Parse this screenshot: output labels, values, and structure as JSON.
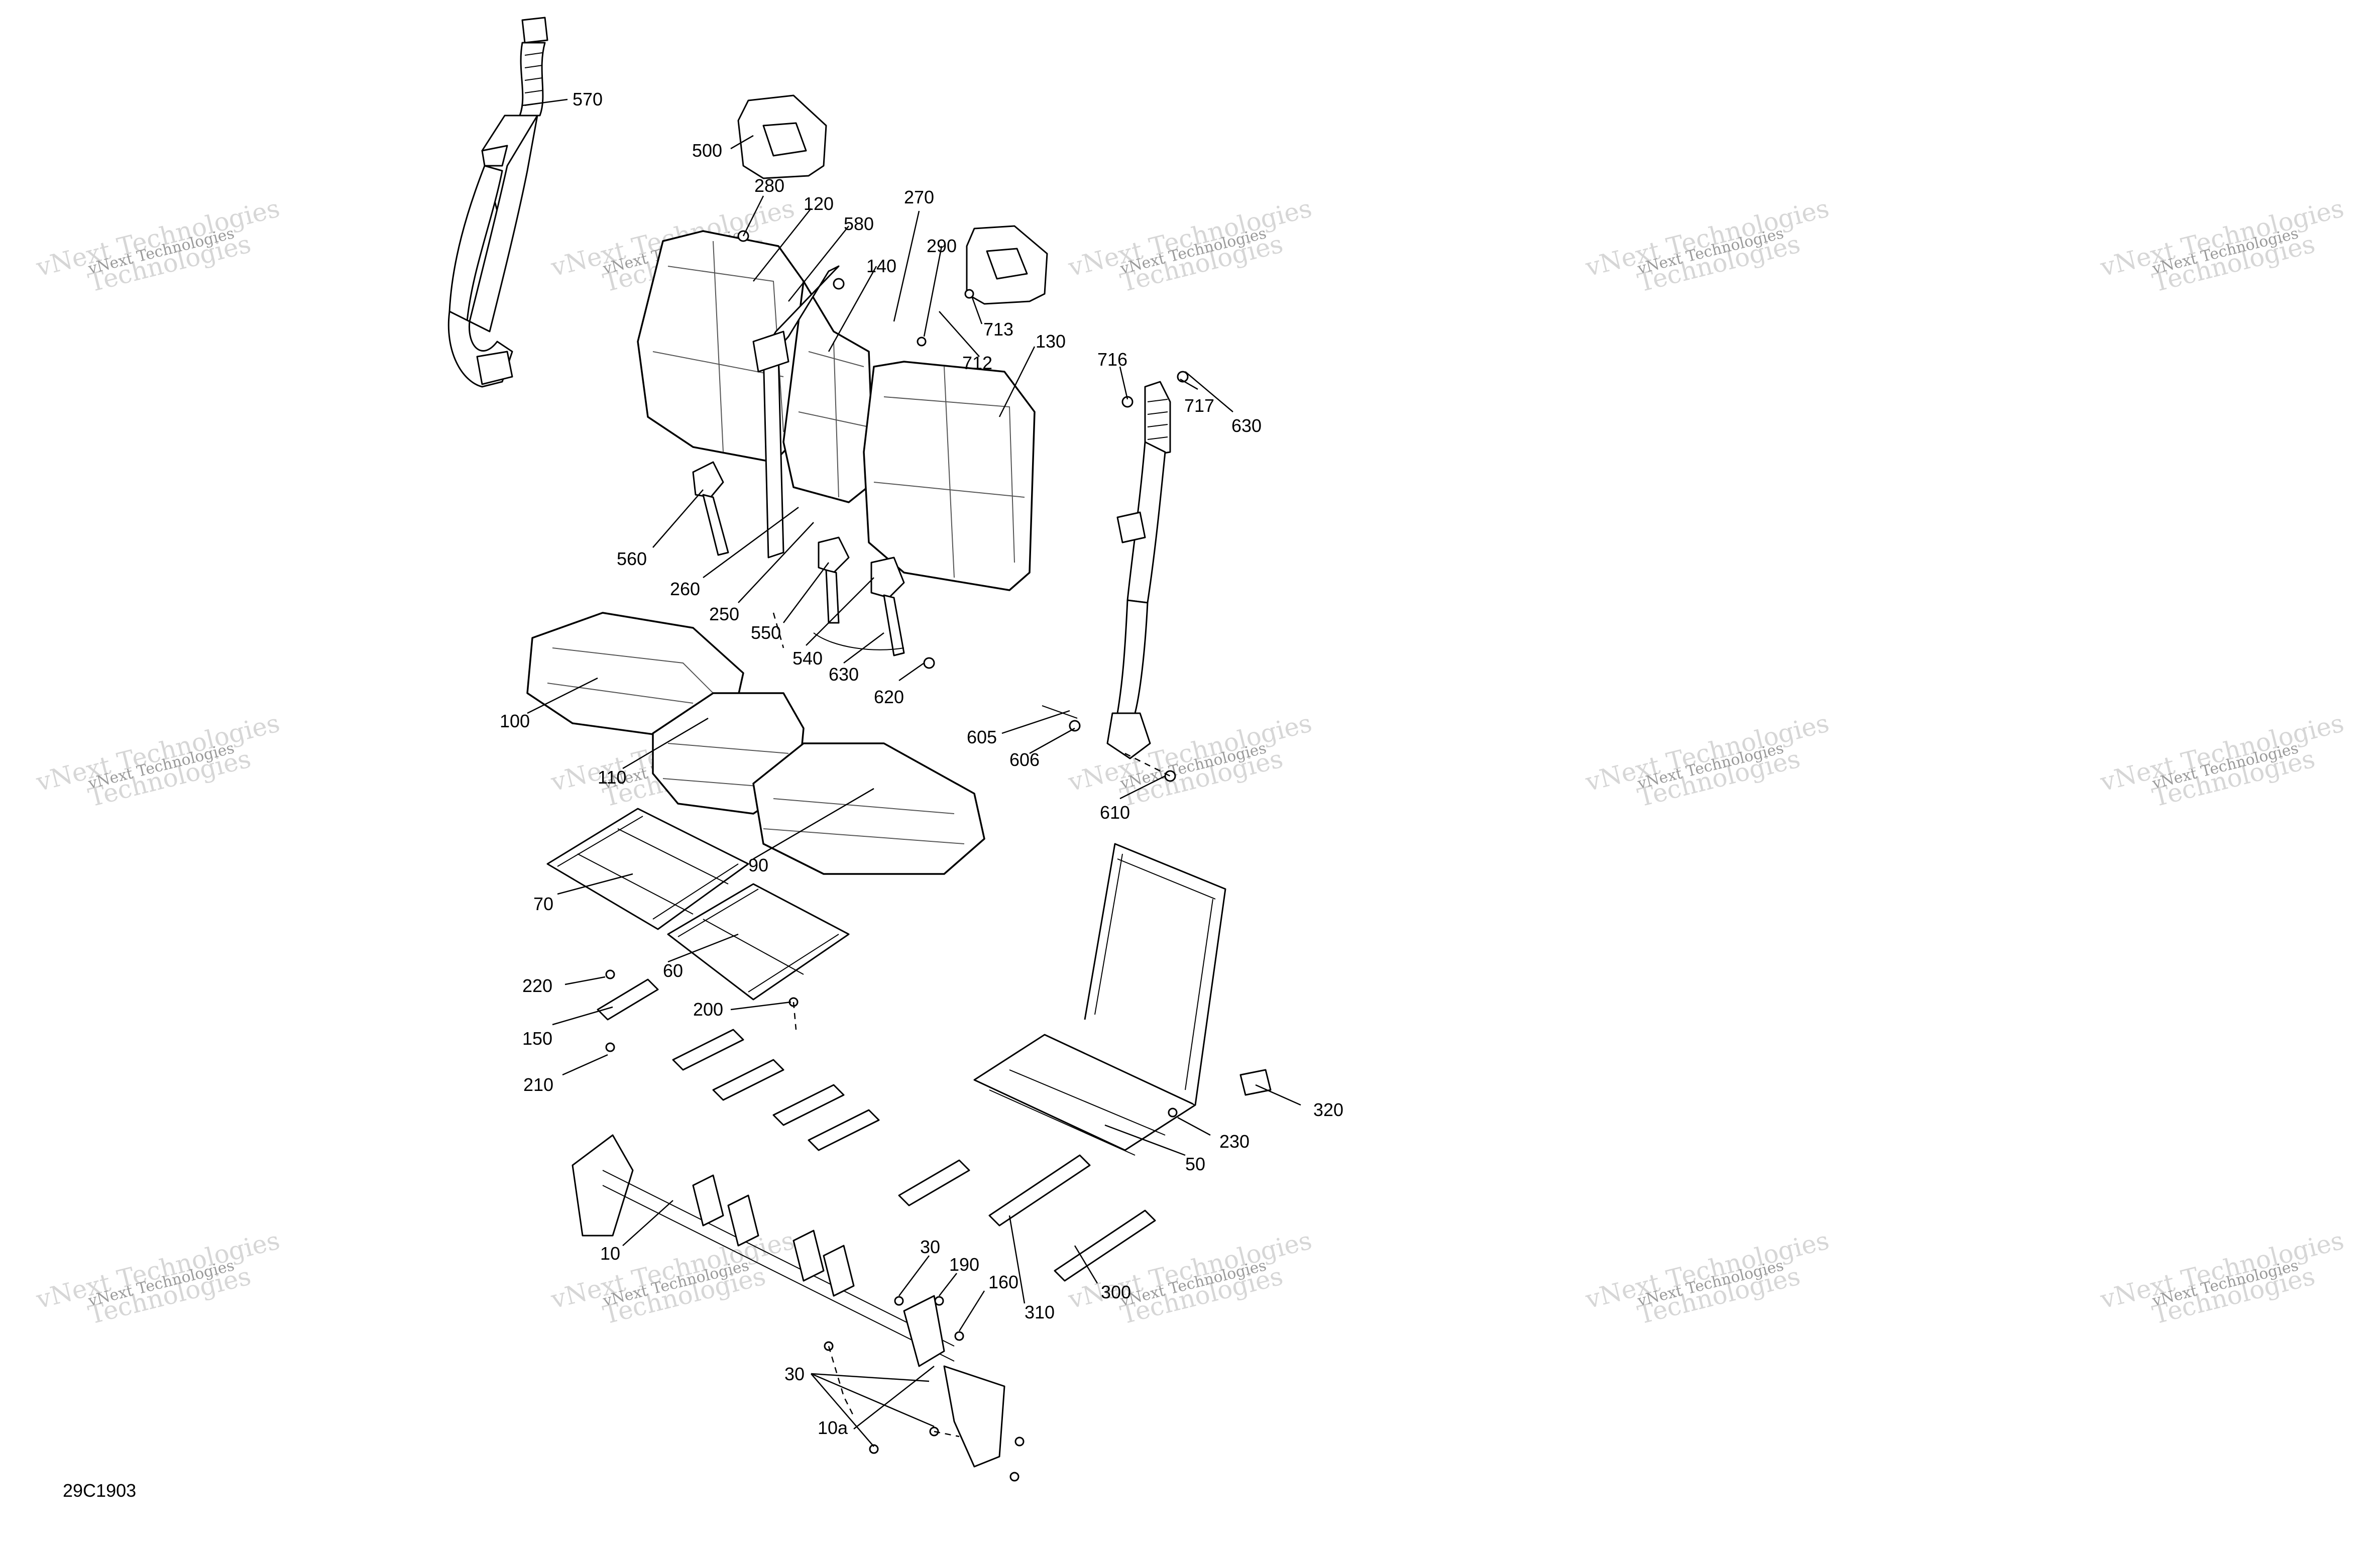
{
  "diagram": {
    "code": "29C1903",
    "watermark_lines": [
      "vNext Technologies",
      "Technologies"
    ],
    "callouts": [
      "570",
      "500",
      "280",
      "120",
      "580",
      "270",
      "140",
      "290",
      "713",
      "712",
      "130",
      "716",
      "717",
      "630",
      "560",
      "260",
      "250",
      "550",
      "540",
      "630",
      "620",
      "100",
      "605",
      "606",
      "110",
      "610",
      "90",
      "70",
      "60",
      "220",
      "200",
      "150",
      "210",
      "320",
      "230",
      "50",
      "10",
      "30",
      "190",
      "160",
      "310",
      "300",
      "30",
      "10a"
    ]
  }
}
